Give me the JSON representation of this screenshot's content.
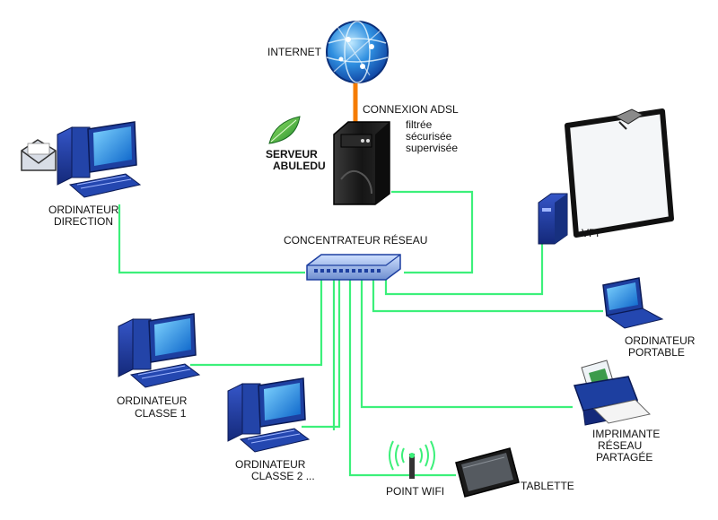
{
  "diagram": {
    "internet": "INTERNET",
    "connection": "CONNEXION ADSL",
    "connection_notes": [
      "filtrée",
      "sécurisée",
      "supervisée"
    ],
    "server": [
      "SERVEUR",
      "ABULEDU"
    ],
    "hub": "CONCENTRATEUR RÉSEAU",
    "pc_direction": [
      "ORDINATEUR",
      "DIRECTION"
    ],
    "vpi": "VPI",
    "laptop": [
      "ORDINATEUR",
      "PORTABLE"
    ],
    "pc_class1": [
      "ORDINATEUR",
      "CLASSE 1"
    ],
    "pc_class2": [
      "ORDINATEUR",
      "CLASSE 2 ..."
    ],
    "printer": [
      "IMPRIMANTE",
      "RÉSEAU",
      "PARTAGÉE"
    ],
    "wifi": "POINT WIFI",
    "tablet": "TABLETTE"
  },
  "colors": {
    "link": "#3cf07a",
    "uplink": "#f57c00",
    "device_blue": "#1d3fa0",
    "screen_blue": "#1e9ee8",
    "server_black": "#1a1a1a",
    "leaf_green": "#3cb43c"
  },
  "icons": [
    "globe-icon",
    "server-icon",
    "leaf-icon",
    "envelope-icon",
    "desktop-icon",
    "laptop-icon",
    "whiteboard-icon",
    "printer-icon",
    "wifi-icon",
    "tablet-icon",
    "hub-icon"
  ]
}
